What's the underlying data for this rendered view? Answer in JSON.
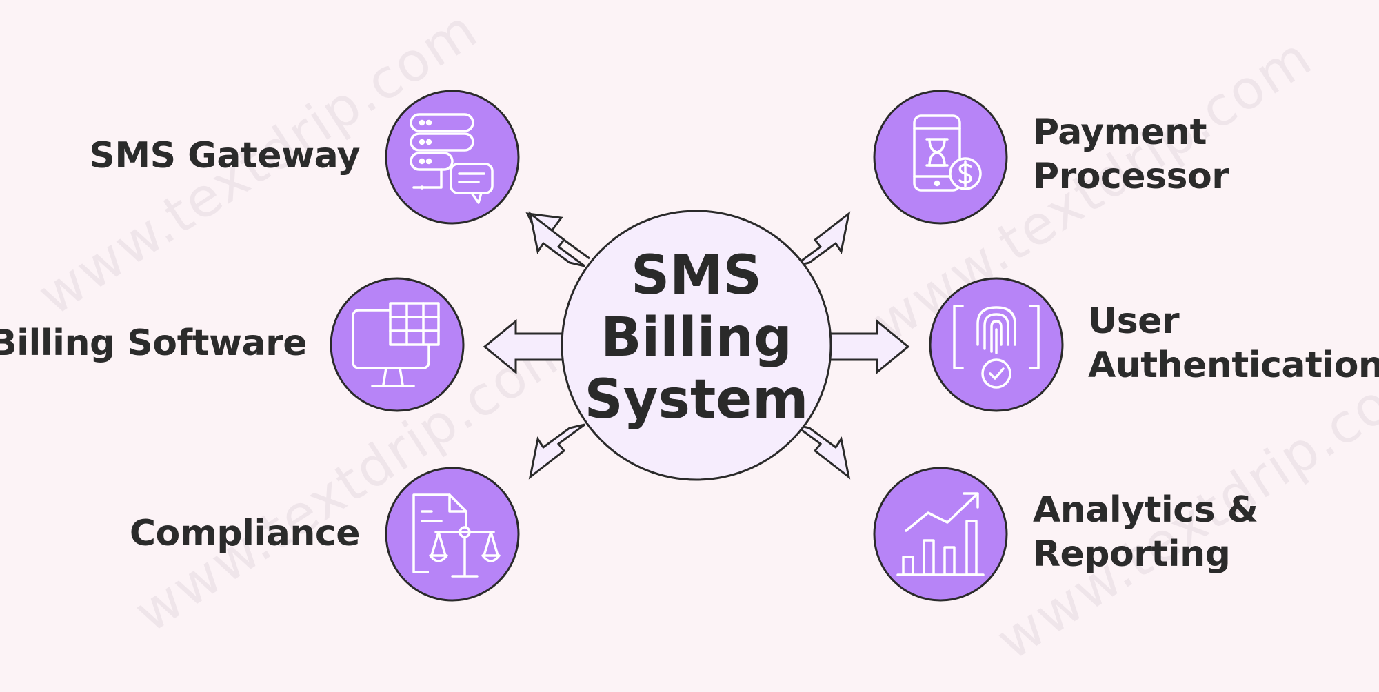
{
  "diagram": {
    "center": {
      "line1": "SMS",
      "line2": "Billing",
      "line3": "System"
    },
    "nodes": [
      {
        "id": "sms-gateway",
        "label_lines": [
          "SMS Gateway"
        ],
        "icon": "server-chat-icon"
      },
      {
        "id": "billing-software",
        "label_lines": [
          "Billing Software"
        ],
        "icon": "monitor-table-icon"
      },
      {
        "id": "compliance",
        "label_lines": [
          "Compliance"
        ],
        "icon": "document-scales-icon"
      },
      {
        "id": "payment-processor",
        "label_lines": [
          "Payment",
          "Processor"
        ],
        "icon": "phone-hourglass-dollar-icon"
      },
      {
        "id": "user-authentication",
        "label_lines": [
          "User",
          "Authentication"
        ],
        "icon": "fingerprint-check-icon"
      },
      {
        "id": "analytics-reporting",
        "label_lines": [
          "Analytics &",
          "Reporting"
        ],
        "icon": "bar-chart-trend-icon"
      }
    ],
    "watermark": "www.textdrip.com",
    "colors": {
      "background": "#fcf3f6",
      "node_fill": "#b784f7",
      "center_fill": "#f6edfd",
      "stroke": "#2a2a2a",
      "icon_stroke": "#ffffff"
    }
  }
}
